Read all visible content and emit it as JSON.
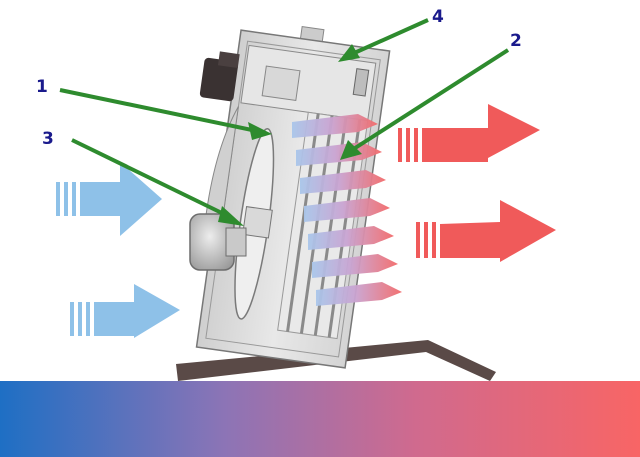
{
  "callouts": [
    {
      "label": "1",
      "part": "heat-exchanger-body"
    },
    {
      "label": "2",
      "part": "heating-elements"
    },
    {
      "label": "3",
      "part": "fan"
    },
    {
      "label": "4",
      "part": "thermostat-control"
    }
  ],
  "colors": {
    "cold_air": "#8ec1e8",
    "hot_air": "#f05a5a",
    "pointer_arrow": "#2e8b2e",
    "floor_cold": "#1e6fc4",
    "floor_mid": "#8f72b4",
    "floor_hot": "#f86565",
    "housing": "#dcdcdc",
    "base": "#5a4a47"
  },
  "icons": {
    "fan": "fan-icon",
    "cold_air_arrow": "arrow-right-icon",
    "hot_air_arrow": "arrow-right-icon"
  }
}
